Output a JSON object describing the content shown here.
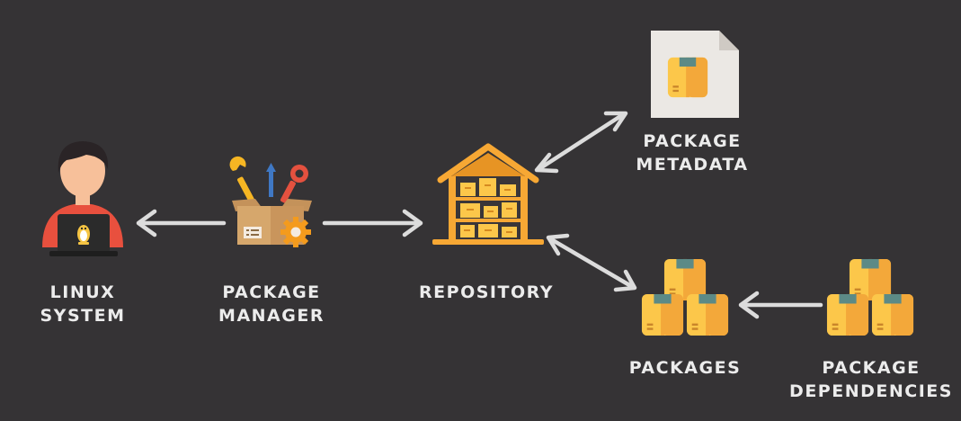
{
  "colors": {
    "background": "#353335",
    "text": "#ececec",
    "arrow": "#dcdcdc",
    "box_light": "#fcc74a",
    "box_dark": "#f3a83a",
    "box_tape": "#5c8a86",
    "warehouse": "#f7a834",
    "person_shirt": "#e8503e",
    "person_skin": "#f7c09a",
    "person_hair": "#2a2426",
    "laptop": "#2b2b2b",
    "document": "#ebe8e4",
    "cardboard": "#d6a76c",
    "gear": "#f49b1d",
    "tool_wrench": "#f6b623",
    "tool_screwdriver": "#3f78c4",
    "tool_red": "#e4513f"
  },
  "nodes": {
    "linux_system": {
      "icon": "user-with-laptop-icon",
      "label_line1": "LINUX",
      "label_line2": "SYSTEM"
    },
    "package_manager": {
      "icon": "toolbox-with-gear-icon",
      "label_line1": "PACKAGE",
      "label_line2": "MANAGER"
    },
    "repository": {
      "icon": "warehouse-icon",
      "label_line1": "REPOSITORY"
    },
    "package_metadata": {
      "icon": "document-with-box-icon",
      "label_line1": "PACKAGE",
      "label_line2": "METADATA"
    },
    "packages": {
      "icon": "box-stack-icon",
      "label_line1": "PACKAGES"
    },
    "package_dependencies": {
      "icon": "box-stack-icon",
      "label_line1": "PACKAGE",
      "label_line2": "DEPENDENCIES"
    }
  },
  "edges": [
    {
      "from": "package_manager",
      "to": "linux_system",
      "direction": "single"
    },
    {
      "from": "package_manager",
      "to": "repository",
      "direction": "single"
    },
    {
      "from": "repository",
      "to": "package_metadata",
      "direction": "both"
    },
    {
      "from": "repository",
      "to": "packages",
      "direction": "both"
    },
    {
      "from": "package_dependencies",
      "to": "packages",
      "direction": "single"
    }
  ]
}
